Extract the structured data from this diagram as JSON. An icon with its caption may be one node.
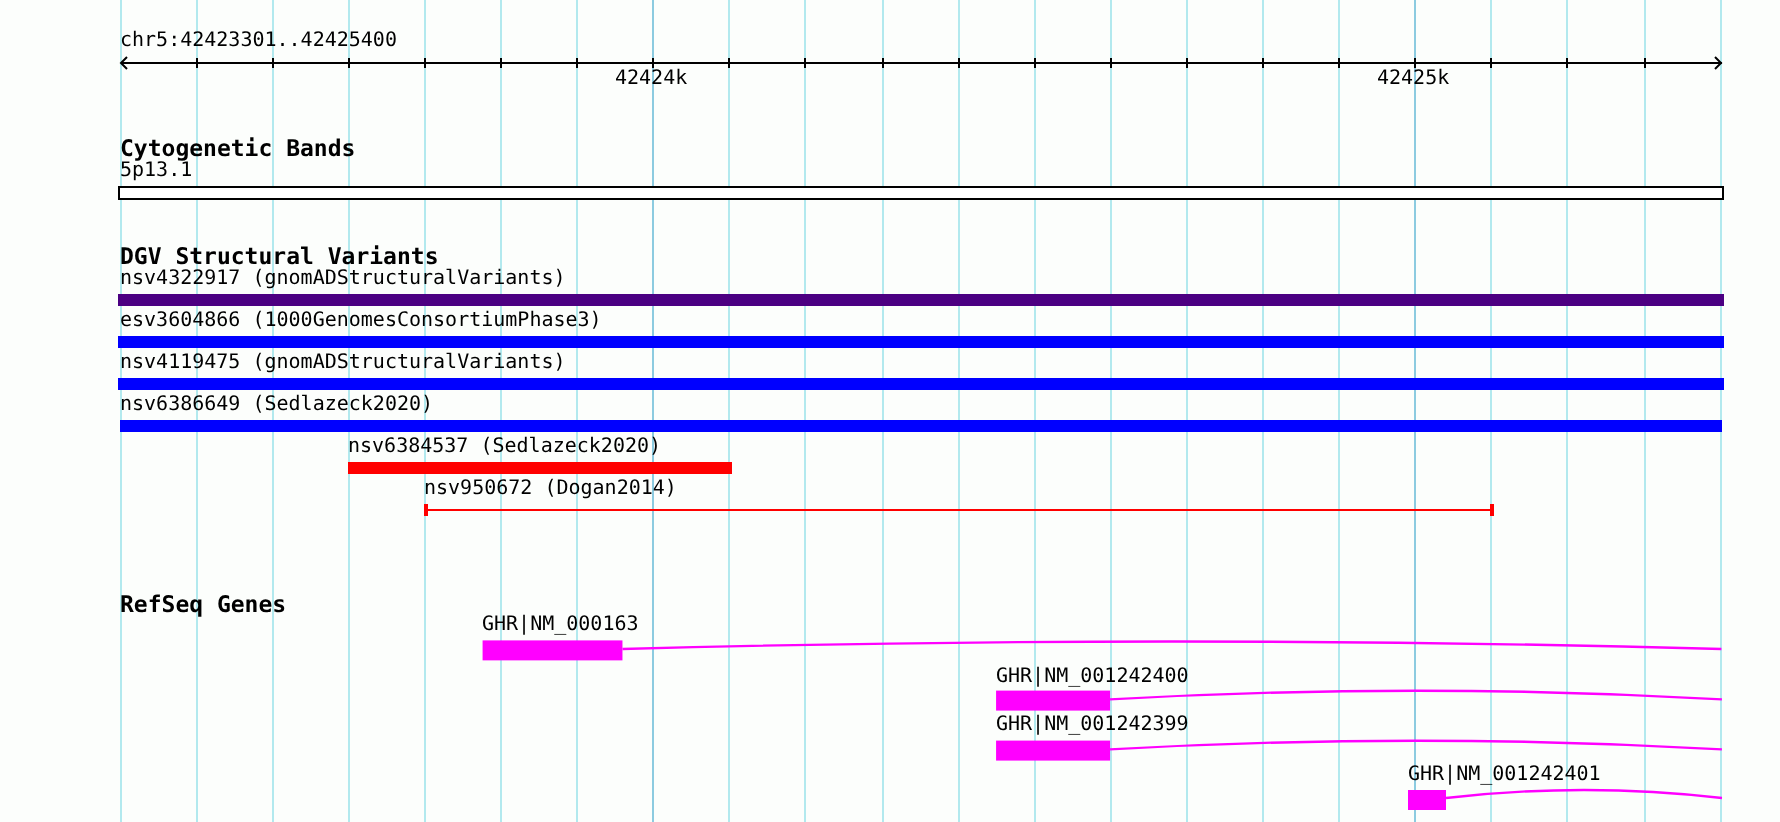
{
  "diagram": {
    "nodes": [
      {
        "text": [
          "5p13.1"
        ]
      },
      {
        "text": [
          "nsv4322917 (gnomADStructuralVariants)"
        ]
      },
      {
        "text": [
          "esv3604866 (1000GenomesConsortiumPhase3)"
        ]
      },
      {
        "text": [
          "nsv4119475 (gnomADStructuralVariants)"
        ]
      },
      {
        "text": [
          "nsv6386649 (Sedlazeck2020)"
        ]
      },
      {
        "text": [
          "nsv6384537 (Sedlazeck2020)"
        ]
      },
      {
        "text": [
          "nsv950672 (Dogan2014)"
        ]
      },
      {
        "text": [
          "GHR|NM_000163"
        ]
      },
      {
        "text": [
          "GHR|NM_001242400"
        ]
      },
      {
        "text": [
          "GHR|NM_001242399"
        ]
      },
      {
        "text": [
          "GHR|NM_001242401"
        ]
      }
    ],
    "labels": [
      "chr5:42423301..42425400",
      "42424k",
      "42425k",
      "Cytogenetic Bands",
      "DGV Structural Variants",
      "RefSeq Genes"
    ]
  }
}
